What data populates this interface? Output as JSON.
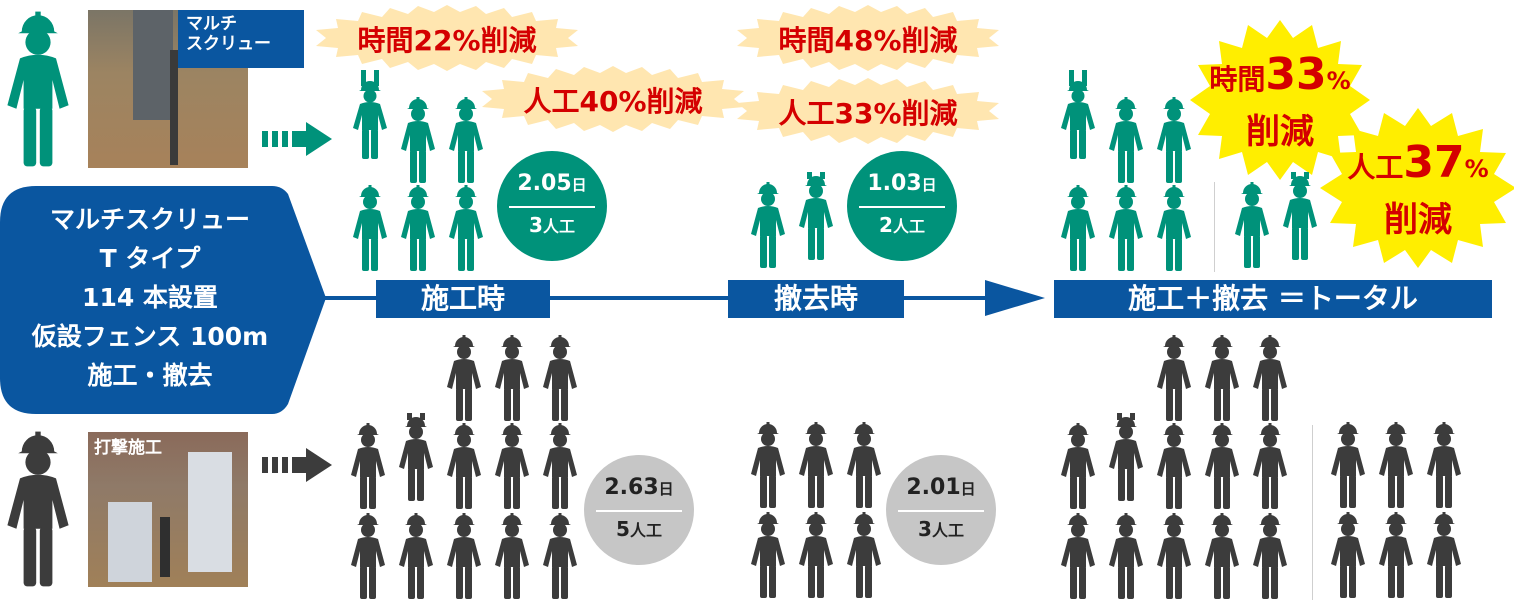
{
  "colors": {
    "green": "#00927a",
    "dark": "#3c3c3c",
    "blue": "#0a56a0",
    "burst_light": "#ffe6b0",
    "burst_yellow": "#ffee00",
    "red": "#d40000",
    "circle_gray": "#c6c6c6"
  },
  "main_label": {
    "lines": [
      "マルチスクリュー",
      "T タイプ",
      "114 本設置",
      "仮設フェンス 100m",
      "施工・撤去"
    ]
  },
  "photos": {
    "multi_screw_label": "マルチ\nスクリュー",
    "pile_driving_label": "打撃施工"
  },
  "phases": {
    "construction": "施工時",
    "removal": "撤去時",
    "total": "施工＋撤去 ＝トータル"
  },
  "reductions": {
    "construction_time": "時間22%削減",
    "construction_labor": "人工40%削減",
    "removal_time": "時間48%削減",
    "removal_labor": "人工33%削減",
    "total_time_prefix": "時間",
    "total_time_value": "33",
    "total_time_unit": "%",
    "total_time_suffix": "削減",
    "total_labor_prefix": "人工",
    "total_labor_value": "37",
    "total_labor_unit": "%",
    "total_labor_suffix": "削減"
  },
  "circles": {
    "multi_construction": {
      "days_value": "2.05",
      "days_unit": "日",
      "crew_value": "3",
      "crew_unit": "人工"
    },
    "multi_removal": {
      "days_value": "1.03",
      "days_unit": "日",
      "crew_value": "2",
      "crew_unit": "人工"
    },
    "pile_construction": {
      "days_value": "2.63",
      "days_unit": "日",
      "crew_value": "5",
      "crew_unit": "人工"
    },
    "pile_removal": {
      "days_value": "2.01",
      "days_unit": "日",
      "crew_value": "3",
      "crew_unit": "人工"
    }
  }
}
